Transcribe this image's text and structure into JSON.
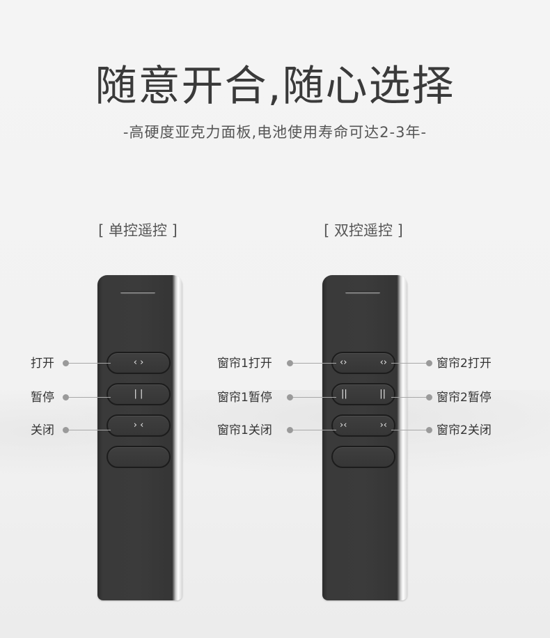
{
  "header": {
    "title": "随意开合,随心选择",
    "subtitle": "-高硬度亚克力面板,电池使用寿命可达2-3年-"
  },
  "single_remote": {
    "caption": "[ 单控遥控 ]",
    "buttons": [
      {
        "glyph": "‹ ›",
        "label": "打开"
      },
      {
        "glyph": "| |",
        "label": "暂停"
      },
      {
        "glyph": "› ‹",
        "label": "关闭"
      },
      {
        "glyph": ""
      }
    ]
  },
  "dual_remote": {
    "caption": "[ 双控遥控 ]",
    "buttons": [
      {
        "glyph_left": "‹›",
        "glyph_right": "‹›",
        "label_left": "窗帘1打开",
        "label_right": "窗帘2打开"
      },
      {
        "glyph_left": "||",
        "glyph_right": "||",
        "label_left": "窗帘1暂停",
        "label_right": "窗帘2暂停"
      },
      {
        "glyph_left": "›‹",
        "glyph_right": "›‹",
        "label_left": "窗帘1关闭",
        "label_right": "窗帘2关闭"
      },
      {
        "glyph_left": "",
        "glyph_right": ""
      }
    ]
  }
}
